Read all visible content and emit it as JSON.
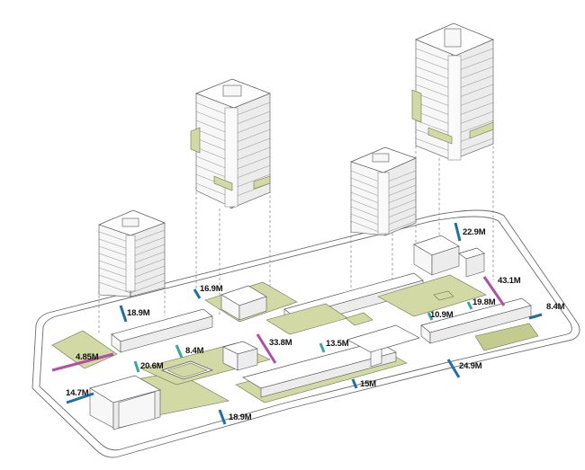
{
  "diagram": {
    "colors": {
      "blue_marker": "#1e6fa4",
      "magenta_marker": "#b04fa3",
      "teal_marker": "#39a7a0",
      "green_space": "#d3d9a4",
      "outline": "#555555"
    },
    "dimension_labels": [
      {
        "id": "d1",
        "text": "22.9M",
        "color": "blue"
      },
      {
        "id": "d2",
        "text": "43.1M",
        "color": "magenta"
      },
      {
        "id": "d3",
        "text": "8.4M",
        "color": "blue"
      },
      {
        "id": "d4",
        "text": "19.8M",
        "color": "teal"
      },
      {
        "id": "d5",
        "text": "10.9M",
        "color": "teal"
      },
      {
        "id": "d6",
        "text": "16.9M",
        "color": "blue"
      },
      {
        "id": "d7",
        "text": "18.9M",
        "color": "blue"
      },
      {
        "id": "d8",
        "text": "33.8M",
        "color": "magenta"
      },
      {
        "id": "d9",
        "text": "13.5M",
        "color": "teal"
      },
      {
        "id": "d10",
        "text": "4.85M",
        "color": "magenta"
      },
      {
        "id": "d11",
        "text": "20.6M",
        "color": "teal"
      },
      {
        "id": "d12",
        "text": "8.4M",
        "color": "teal"
      },
      {
        "id": "d13",
        "text": "24.9M",
        "color": "blue"
      },
      {
        "id": "d14",
        "text": "15M",
        "color": "blue"
      },
      {
        "id": "d15",
        "text": "14.7M",
        "color": "blue"
      },
      {
        "id": "d16",
        "text": "18.9M",
        "color": "blue"
      }
    ]
  }
}
